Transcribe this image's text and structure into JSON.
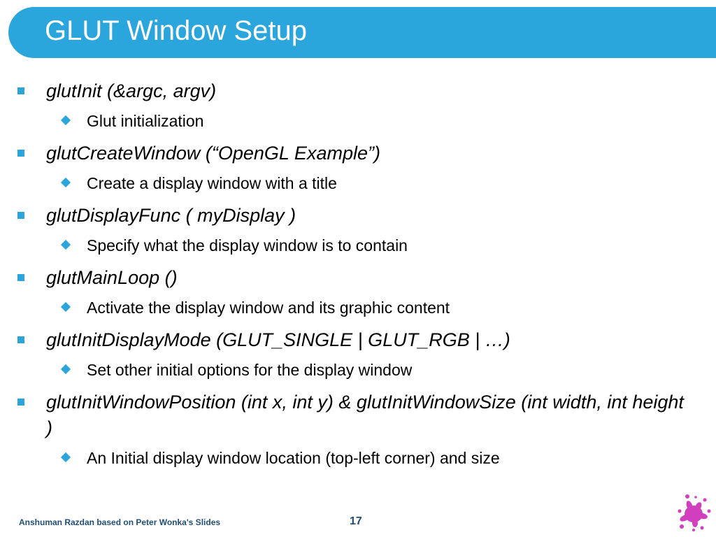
{
  "slide": {
    "title": "GLUT Window Setup",
    "items": [
      {
        "text": "glutInit (&argc, argv)",
        "sub": "Glut initialization"
      },
      {
        "text": "glutCreateWindow (“OpenGL Example”)",
        "sub": "Create a display window with a title"
      },
      {
        "text": "glutDisplayFunc ( myDisplay )",
        "sub": "Specify what the display window is to contain"
      },
      {
        "text": "glutMainLoop ()",
        "sub": "Activate the display window and its graphic content"
      },
      {
        "text": "glutInitDisplayMode (GLUT_SINGLE | GLUT_RGB | …)",
        "sub": "Set other initial options for the display window"
      },
      {
        "text": "glutInitWindowPosition (int x, int y) & glutInitWindowSize (int width, int height )",
        "sub": "An Initial display window location (top-left corner) and size"
      }
    ]
  },
  "footer": {
    "credit": "Anshuman Razdan based on Peter Wonka's Slides",
    "page_number": "17"
  },
  "icons": {
    "main_bullet": "square-bullet-icon",
    "sub_bullet": "diamond-bullet-icon",
    "logo": "paint-splat-icon"
  },
  "colors": {
    "accent": "#2aa6dd",
    "footer_text": "#1f4e79",
    "splat": "#d13fbe"
  }
}
